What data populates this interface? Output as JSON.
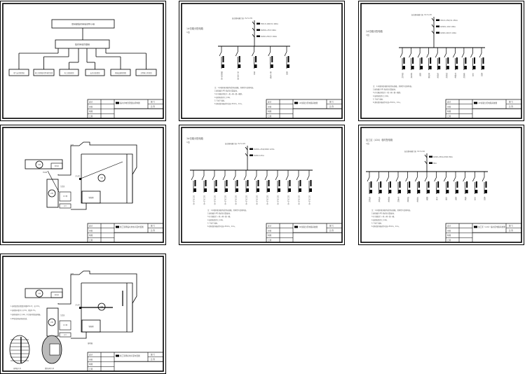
{
  "title_block": {
    "row_labels": [
      "设计",
      "审核",
      "制图",
      "日期"
    ],
    "right_cells": [
      "图 号",
      "比 例"
    ]
  },
  "sheets": [
    {
      "kind": "org",
      "title": "临时用电管理组织机构图",
      "top": "项目部临时用电领导小组",
      "mid": "临时用电管理组",
      "leaves": [
        "电气安全管理员",
        "施工现场临时用电检查组",
        "电工班维修组",
        "安全员监督组",
        "机械设备管理组",
        "文明施工检查组"
      ]
    },
    {
      "kind": "circuit",
      "title": "1#总箱分配电箱系统图",
      "heading": "1#总箱分配电箱",
      "count": "1台",
      "source": "自总配电箱引来 VV-5×35",
      "breakers": [
        "HD13-400/31 400A",
        "DZ20L-250 160A",
        "DZ20-250/3 160A"
      ],
      "branches": [
        "钢筋加工场",
        "木工加工场",
        "塔吊",
        "施工电梯",
        "备用"
      ],
      "notes": [
        "注：1.本图中配电箱均采用标准箱，具体型号见材料表。",
        "2.配电箱内 PE 排必须可靠接地。",
        "3.开关箱必须实行一机一闸一漏一箱制。",
        "4.接地电阻不大于4Ω。",
        "5.下进下出线。",
        "6.漏电保护器动作电流≤30mA，0.1s。"
      ]
    },
    {
      "kind": "circuit",
      "title": "2#总箱分配电箱系统图",
      "heading": "2#总箱分配电箱",
      "count": "1台",
      "source": "自总配电箱引来 VV-5×25",
      "breakers": [
        "HD13-250/31 250A",
        "DZ20L-160 100A",
        "DZ20-160/3 100A"
      ],
      "branches": [
        "搅拌机",
        "砂浆机",
        "照明",
        "振动器",
        "电焊机",
        "切断机",
        "弯曲机",
        "卷扬机",
        "水泵",
        "备用"
      ],
      "notes": [
        "注：1.本图中配电箱均采用标准箱，具体型号见材料表。",
        "2.配电箱内 PE 排必须可靠接地。",
        "3.开关箱必须实行一机一闸一漏一箱制。",
        "4.接地电阻不大于4Ω。",
        "5.下进下出线。",
        "6.漏电保护器动作电流≤30mA，0.1s。"
      ]
    },
    {
      "kind": "site",
      "title": "施工现场临时用电平面布置图",
      "circles": [
        "1#",
        "2#",
        "3#"
      ],
      "labels": [
        "配电房",
        "办公区",
        "生活区",
        "钢筋棚",
        "木工棚",
        "大门",
        "围墙",
        "HGM"
      ]
    },
    {
      "kind": "circuit",
      "title": "3#总箱分配电箱系统图",
      "heading": "3#总箱分配电箱",
      "count": "1台",
      "source": "自总配电箱引来 VV-5×25",
      "breakers": [
        "DZ20L-250/4300 125A",
        "DZ20-125A"
      ],
      "branches": [
        "DZ15LE-40",
        "DZ15LE-40",
        "DZ15LE-40",
        "DZ15LE-40",
        "DZ15LE-40",
        "DZ15LE-40",
        "DZ15LE-40",
        "DZ15LE-40",
        "DZ15LE-40",
        "DZ15LE-40",
        "DZ15LE-40",
        "DZ15LE-40"
      ],
      "notes": [
        "注：1.本图中配电箱均采用标准箱，具体型号见材料表。",
        "2.配电箱内 PE 排必须可靠接地。",
        "3.开关箱实行一机一闸一漏一箱。",
        "4.接地电阻不大于4Ω。",
        "5.下进下出线。",
        "6.漏电保护器动作电流≤30mA，0.1s。"
      ]
    },
    {
      "kind": "circuit",
      "title": "加工区（LD4）临时配电箱系统图",
      "heading": "加工区（LD4）临时配电箱",
      "count": "1台",
      "source": "自总配电箱引来 VV-5×16",
      "breakers": [
        "DZ20-250L/4300 80A",
        "80A"
      ],
      "branches": [
        "电焊机",
        "电焊机",
        "切断机",
        "弯曲机",
        "调直机",
        "对焊机",
        "圆锯",
        "平刨",
        "压刨",
        "照明",
        "插座",
        "水泵",
        "备用"
      ],
      "notes": [
        "注：1.本图中配电箱均采用标准箱，具体型号见材料表。",
        "2.配电箱内 PE 排必须可靠接地。",
        "3.开关箱实行一机一闸一漏一箱。",
        "4.接地电阻不大于4Ω。",
        "5.下进下出线。",
        "6.漏电保护器动作电流≤30mA，0.1s。"
      ]
    },
    {
      "kind": "site",
      "title": "施工现场接地平面布置图",
      "circles": [
        "1#",
        "2#",
        "3#"
      ],
      "labels": [
        "配电房",
        "办公区",
        "生活区",
        "钢筋棚",
        "木工棚",
        "大门",
        "围墙",
        "接地极"
      ],
      "notes": [
        "1.接地装置采用镀锌角钢L50×5，长2.5m。",
        "2.接地体间距不小于5m，埋深0.7m。",
        "3.接地电阻不大于4Ω，不合格时增加接地极。",
        "4.PE线采用绿/黄双色线。"
      ],
      "details": [
        "接地极大样",
        "重复接地大样"
      ]
    }
  ]
}
